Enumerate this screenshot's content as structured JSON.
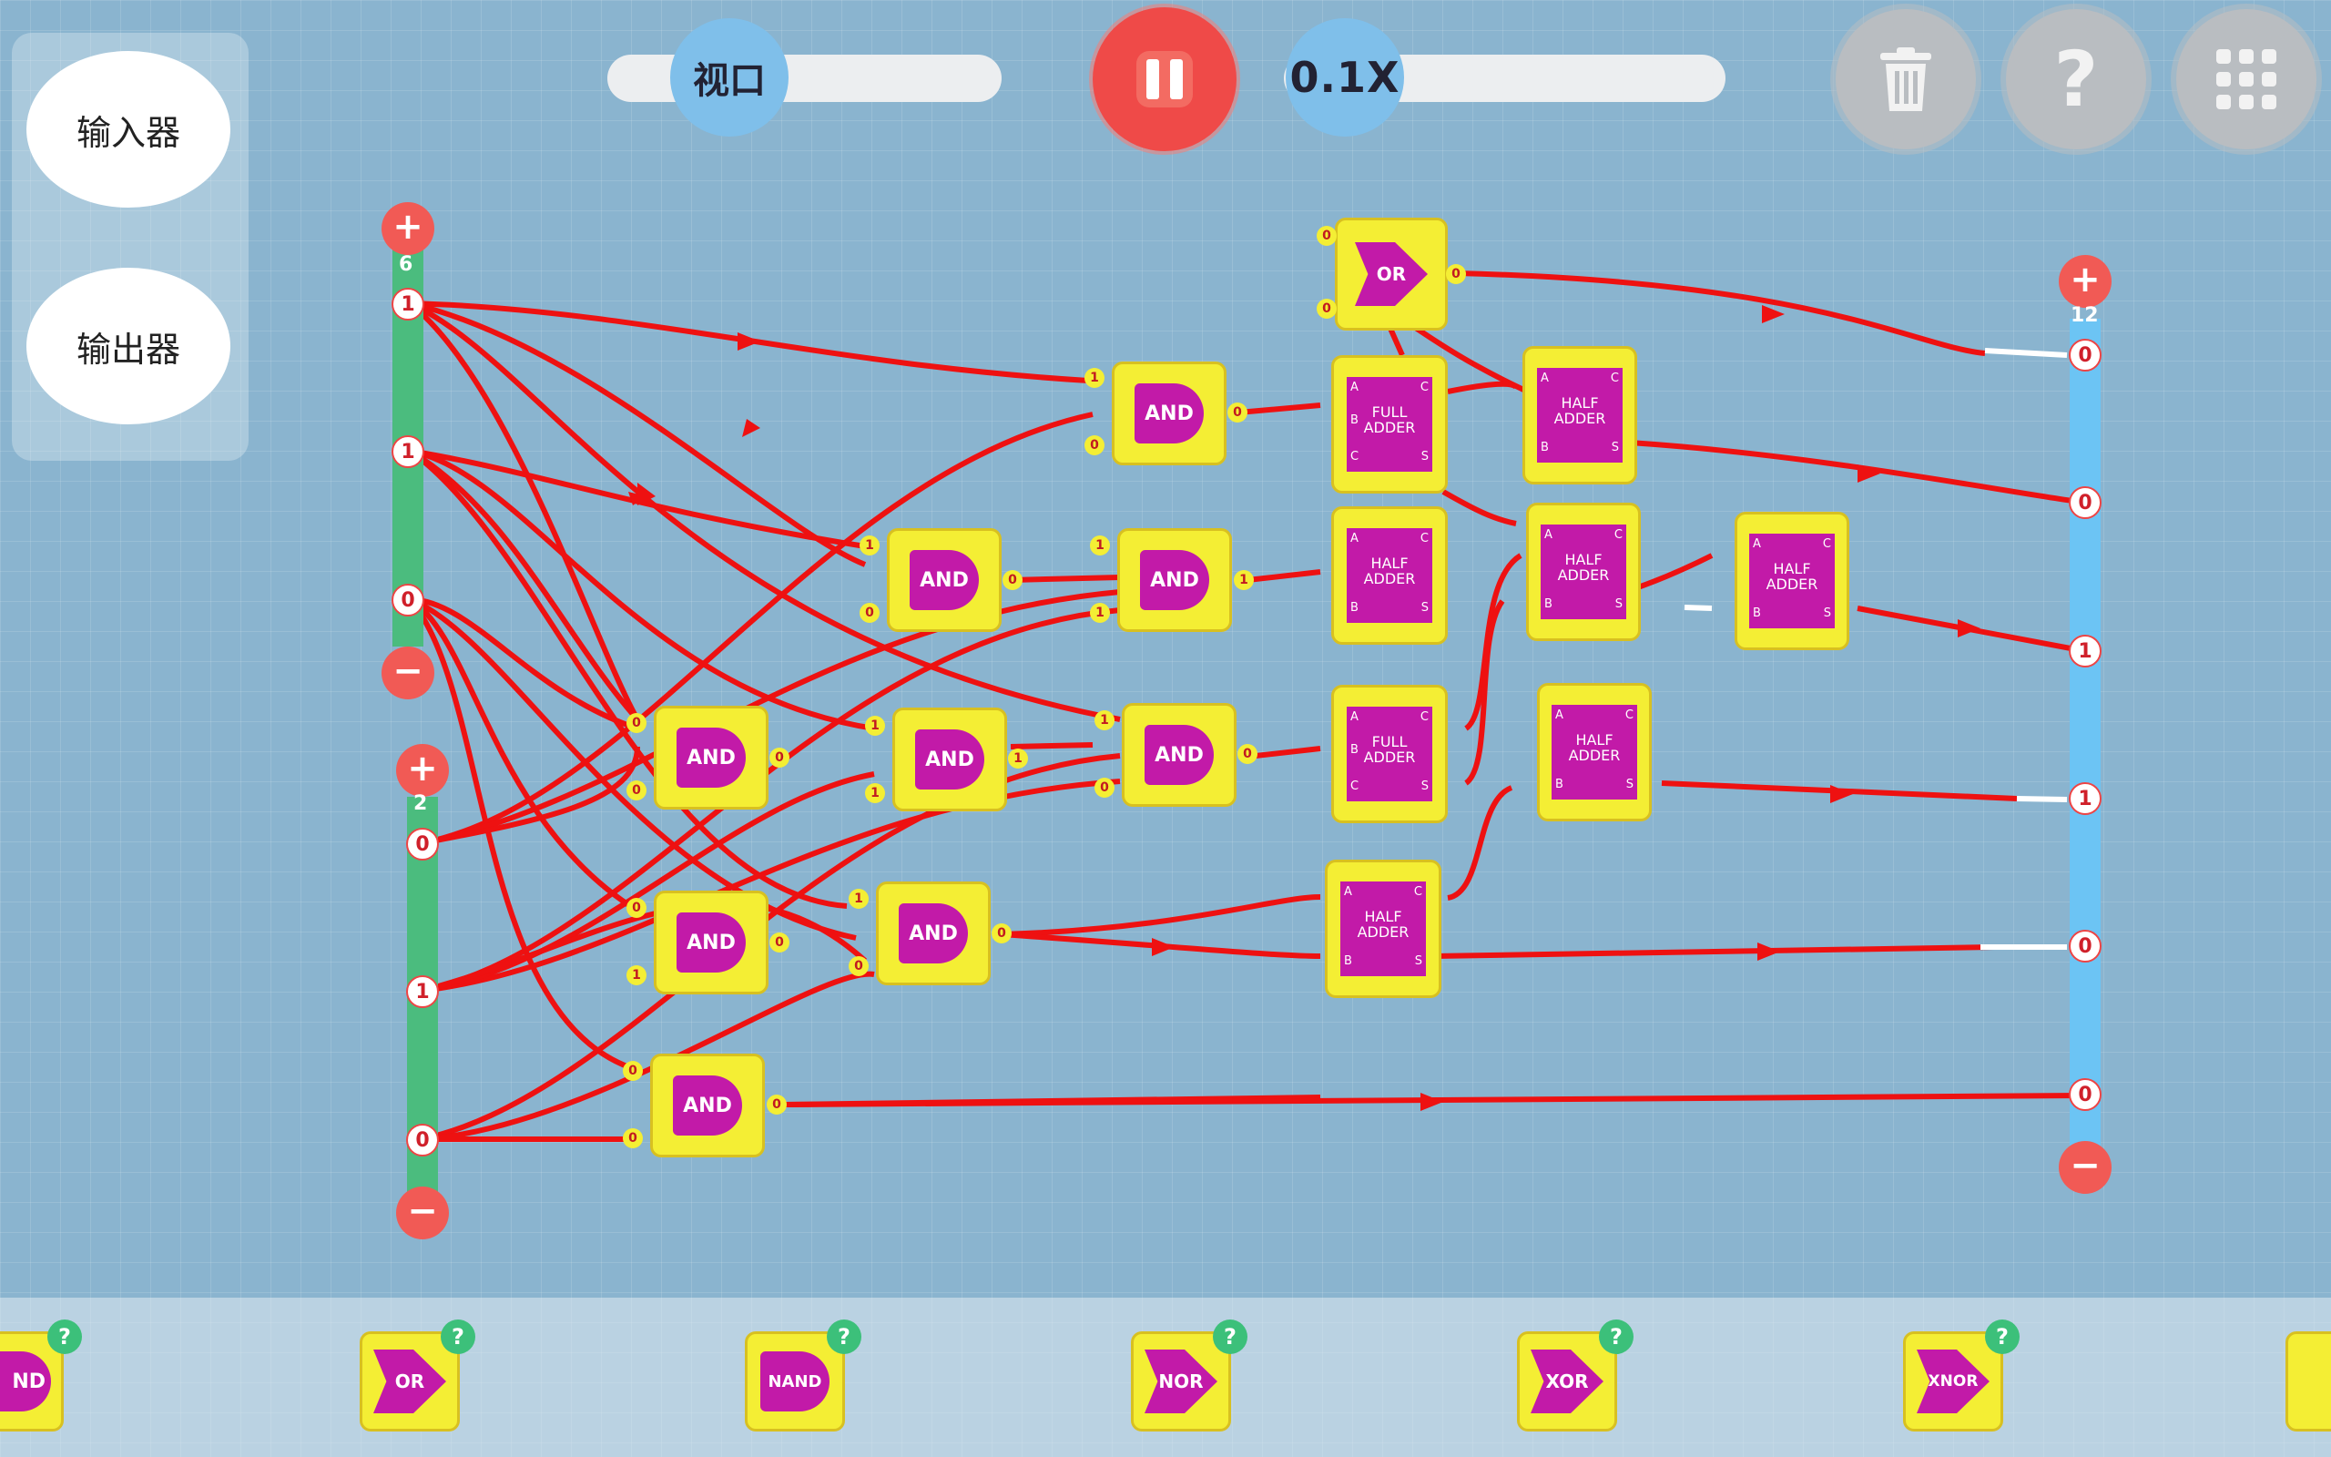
{
  "side_panel": {
    "input_label": "输入器",
    "output_label": "输出器"
  },
  "top_bar": {
    "viewport_label": "视口",
    "speed_label": "0.1X",
    "trash_icon": "trash-icon",
    "help_icon": "help-icon",
    "menu_icon": "grid-menu-icon"
  },
  "input_group_1": {
    "count": "6",
    "values": [
      "1",
      "1",
      "0"
    ]
  },
  "input_group_2": {
    "count": "2",
    "values": [
      "0",
      "1",
      "0"
    ]
  },
  "output_group": {
    "count": "12",
    "values": [
      "0",
      "0",
      "1",
      "1",
      "0",
      "0"
    ]
  },
  "gates": {
    "or_top": {
      "label": "OR"
    },
    "and_1": {
      "label": "AND"
    },
    "and_2": {
      "label": "AND"
    },
    "and_3": {
      "label": "AND"
    },
    "and_4": {
      "label": "AND"
    },
    "and_5": {
      "label": "AND"
    },
    "and_6": {
      "label": "AND"
    },
    "and_7": {
      "label": "AND"
    },
    "and_8": {
      "label": "AND"
    },
    "and_9": {
      "label": "AND"
    },
    "full_adder_1": {
      "line1": "FULL",
      "line2": "ADDER"
    },
    "full_adder_2": {
      "line1": "FULL",
      "line2": "ADDER"
    },
    "half_adder_1": {
      "line1": "HALF",
      "line2": "ADDER"
    },
    "half_adder_2": {
      "line1": "HALF",
      "line2": "ADDER"
    },
    "half_adder_3": {
      "line1": "HALF",
      "line2": "ADDER"
    },
    "half_adder_4": {
      "line1": "HALF",
      "line2": "ADDER"
    },
    "half_adder_5": {
      "line1": "HALF",
      "line2": "ADDER"
    },
    "half_adder_6": {
      "line1": "HALF",
      "line2": "ADDER"
    }
  },
  "gate_pins": {
    "and_1_in": [
      "1",
      "0"
    ],
    "and_1_out": "0",
    "and_2_in": [
      "1",
      "0"
    ],
    "and_2_out": "0",
    "and_3_in": [
      "1",
      "1"
    ],
    "and_3_out": "1",
    "and_4_in": [
      "0",
      "0"
    ],
    "and_4_out": "0",
    "and_5_in": [
      "1",
      "1"
    ],
    "and_5_out": "1",
    "and_6_in": [
      "1",
      "0"
    ],
    "and_6_out": "0",
    "and_7_in": [
      "0",
      "1"
    ],
    "and_7_out": "0",
    "and_8_in": [
      "1",
      "0"
    ],
    "and_8_out": "0",
    "and_9_in": [
      "0",
      "0"
    ],
    "and_9_out": "0",
    "or_in": [
      "0",
      "0"
    ],
    "or_out": "0"
  },
  "port_letters": {
    "a": "A",
    "b": "B",
    "c": "C",
    "s": "S"
  },
  "toolbox": {
    "items": [
      {
        "label": "ND"
      },
      {
        "label": "OR"
      },
      {
        "label": "NAND"
      },
      {
        "label": "NOR"
      },
      {
        "label": "XOR"
      },
      {
        "label": "XNOR"
      }
    ],
    "help_badge": "?"
  }
}
